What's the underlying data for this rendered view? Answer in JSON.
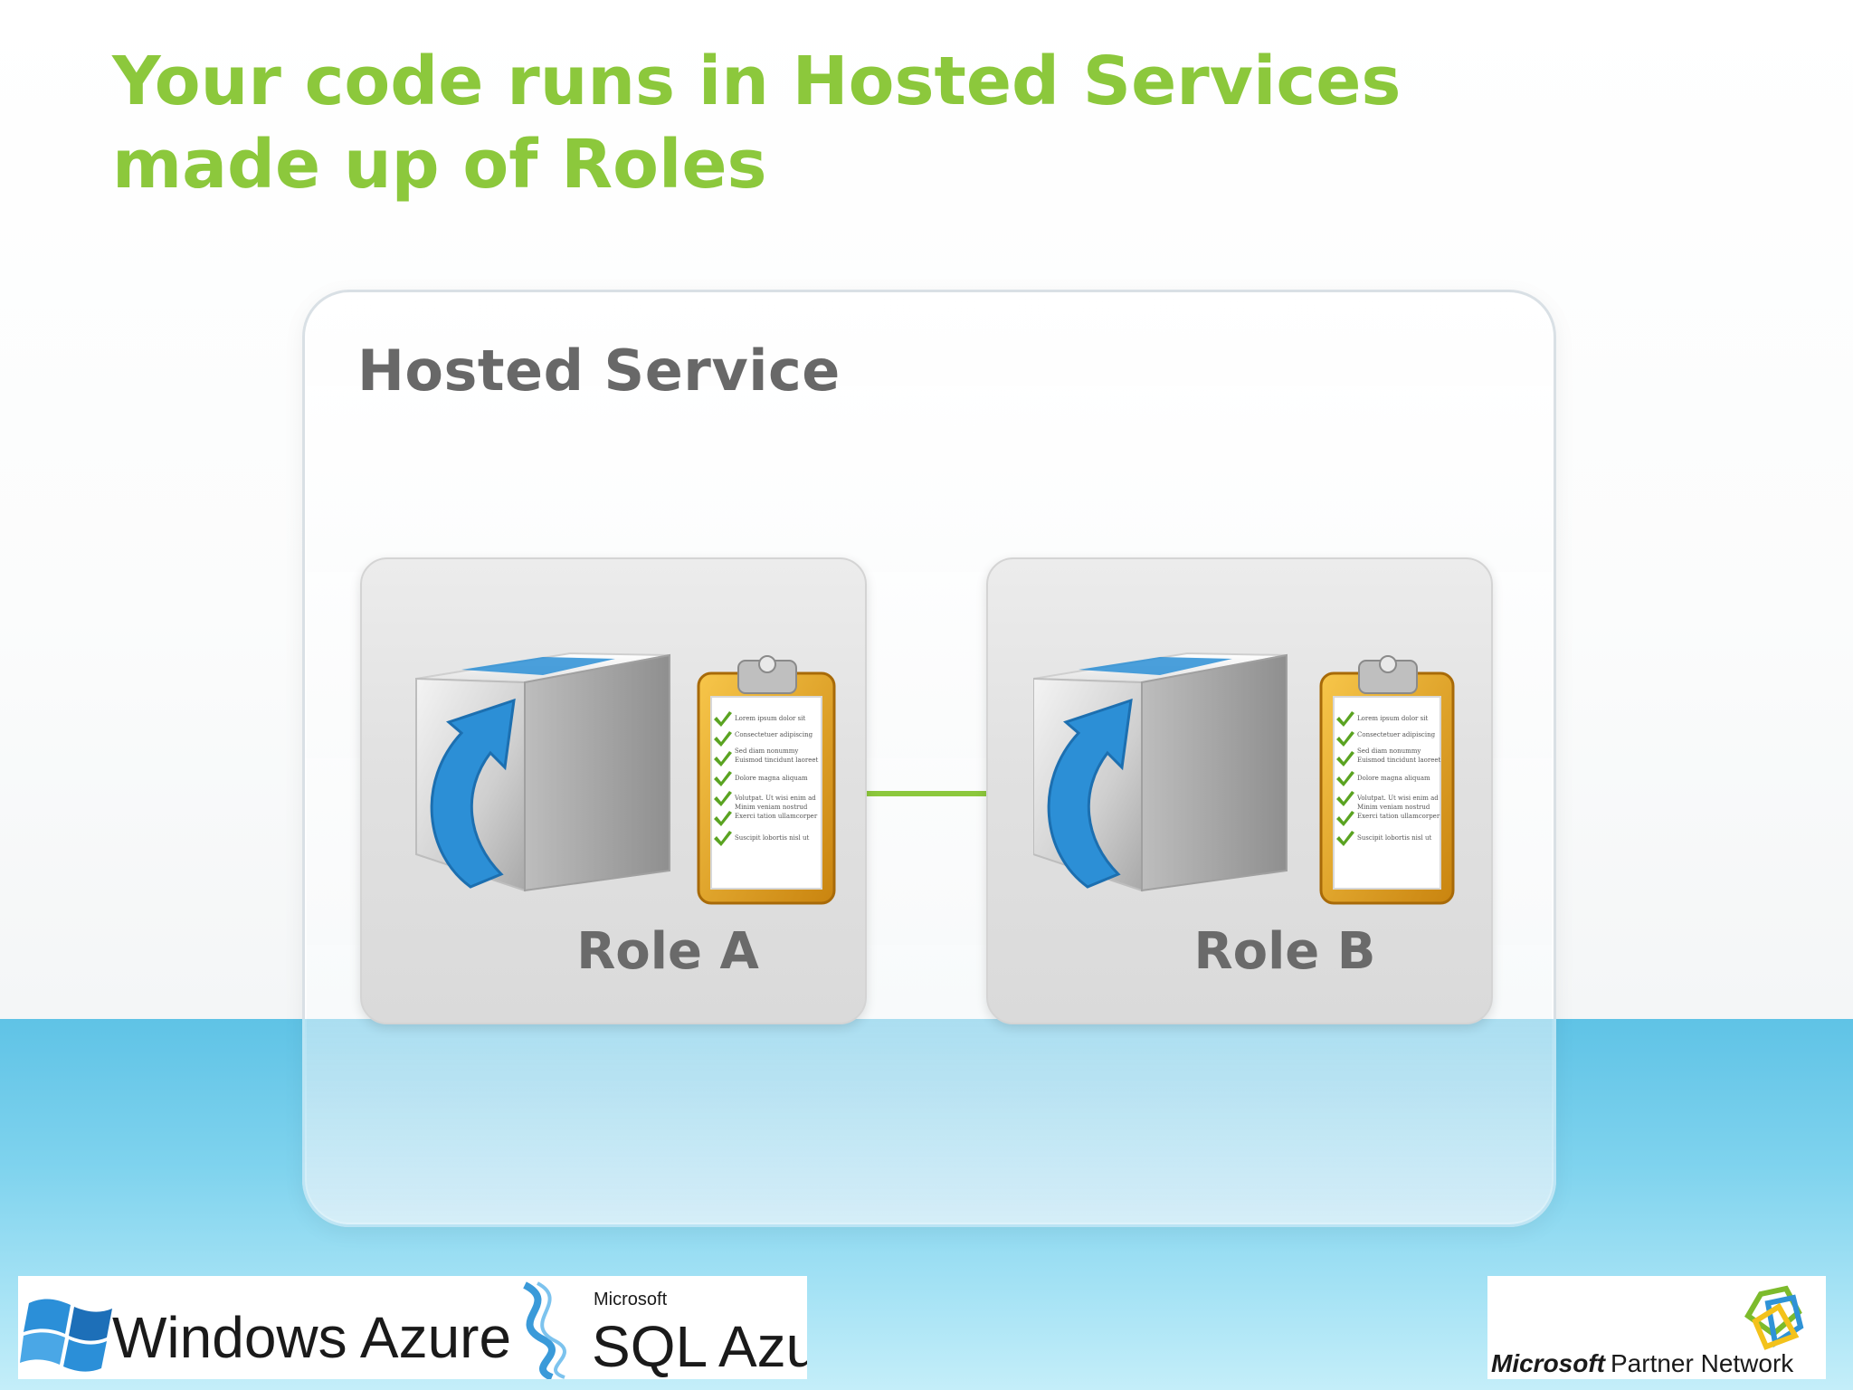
{
  "slide": {
    "title_line1": "Your code runs in Hosted Services",
    "title_line2": "made up of Roles"
  },
  "diagram": {
    "container_label": "Hosted Service",
    "roles": [
      {
        "label": "Role A"
      },
      {
        "label": "Role B"
      }
    ],
    "checklist_lines": [
      "Lorem ipsum dolor sit",
      "Consectetuer adipiscing",
      "Sed diam nonummy",
      "Euismod tincidunt laoreet",
      "Dolore magna aliquam",
      "Volutpat. Ut wisi enim ad",
      "Minim veniam nostrud",
      "Exerci tation ullamcorper",
      "Suscipit lobortis nisl ut"
    ]
  },
  "logos": {
    "left": {
      "windows_azure": "Windows Azure",
      "microsoft_small": "Microsoft",
      "sql_azure": "SQL Azure"
    },
    "right": {
      "microsoft": "Microsoft",
      "partner_network": "Partner Network"
    }
  },
  "colors": {
    "title_green": "#8cc83c",
    "connector_green": "#8cc83c",
    "sky_blue": "#5fc3e6",
    "arrow_blue": "#2c8fd6",
    "clipboard_orange": "#e9a21c"
  },
  "icons": [
    "package-cube-icon",
    "refresh-arrow-icon",
    "clipboard-checklist-icon",
    "windows-flag-icon",
    "sql-azure-swirl-icon",
    "partner-network-star-icon"
  ]
}
